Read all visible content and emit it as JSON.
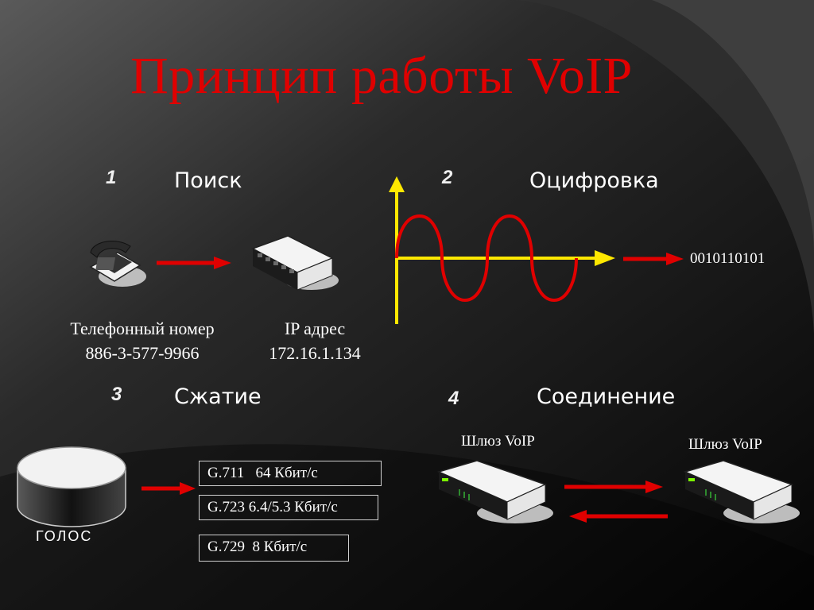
{
  "title": "Принцип работы VoIP",
  "steps": [
    {
      "number": "1",
      "title": "Поиск"
    },
    {
      "number": "2",
      "title": "Оцифровка"
    },
    {
      "number": "3",
      "title": "Сжатие"
    },
    {
      "number": "4",
      "title": "Соединение"
    }
  ],
  "search": {
    "phone_label": "Телефонный номер",
    "phone_value": "886-3-577-9966",
    "ip_label": "IP адрес",
    "ip_value": "172.16.1.134"
  },
  "digitize": {
    "binary": "0010110101"
  },
  "compress": {
    "voice_label": "ГОЛОС",
    "codecs": [
      "G.711   64 Кбит/с",
      "G.723 6.4/5.3 Кбит/с",
      "G.729  8 Кбит/с"
    ]
  },
  "connect": {
    "gateway_left": "Шлюз VoIP",
    "gateway_right": "Шлюз VoIP"
  },
  "colors": {
    "title": "#e00000",
    "arrow": "#e00000",
    "axis": "#ffe800",
    "wave": "#e00000"
  }
}
